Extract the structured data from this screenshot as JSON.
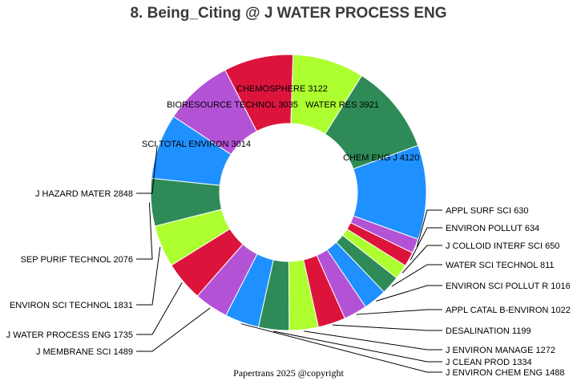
{
  "chart_data": {
    "type": "pie",
    "donut": true,
    "title": "8. Being_Citing @ J WATER PROCESS ENG",
    "footer": "Papertrans 2025 @copyright",
    "slices": [
      {
        "label": "CHEM ENG J",
        "value": 4120,
        "color": "#1e90ff"
      },
      {
        "label": "APPL SURF SCI",
        "value": 630,
        "color": "#b452d6"
      },
      {
        "label": "ENVIRON POLLUT",
        "value": 634,
        "color": "#dc143c"
      },
      {
        "label": "J COLLOID INTERF SCI",
        "value": 650,
        "color": "#adff2f"
      },
      {
        "label": "WATER SCI TECHNOL",
        "value": 811,
        "color": "#2e8b57"
      },
      {
        "label": "ENVIRON SCI POLLUT R",
        "value": 1016,
        "color": "#1e90ff"
      },
      {
        "label": "APPL CATAL B-ENVIRON",
        "value": 1022,
        "color": "#b452d6"
      },
      {
        "label": "DESALINATION",
        "value": 1199,
        "color": "#dc143c"
      },
      {
        "label": "J ENVIRON MANAGE",
        "value": 1272,
        "color": "#adff2f"
      },
      {
        "label": "J CLEAN PROD",
        "value": 1334,
        "color": "#2e8b57"
      },
      {
        "label": "J ENVIRON CHEM ENG",
        "value": 1488,
        "color": "#1e90ff"
      },
      {
        "label": "J MEMBRANE SCI",
        "value": 1489,
        "color": "#b452d6"
      },
      {
        "label": "J WATER PROCESS ENG",
        "value": 1735,
        "color": "#dc143c"
      },
      {
        "label": "ENVIRON SCI TECHNOL",
        "value": 1831,
        "color": "#adff2f"
      },
      {
        "label": "SEP PURIF TECHNOL",
        "value": 2076,
        "color": "#2e8b57"
      },
      {
        "label": "J HAZARD MATER",
        "value": 2848,
        "color": "#1e90ff"
      },
      {
        "label": "SCI TOTAL ENVIRON",
        "value": 3014,
        "color": "#b452d6"
      },
      {
        "label": "BIORESOURCE TECHNOL",
        "value": 3035,
        "color": "#dc143c"
      },
      {
        "label": "CHEMOSPHERE",
        "value": 3122,
        "color": "#adff2f"
      },
      {
        "label": "WATER RES",
        "value": 3921,
        "color": "#2e8b57"
      }
    ]
  }
}
